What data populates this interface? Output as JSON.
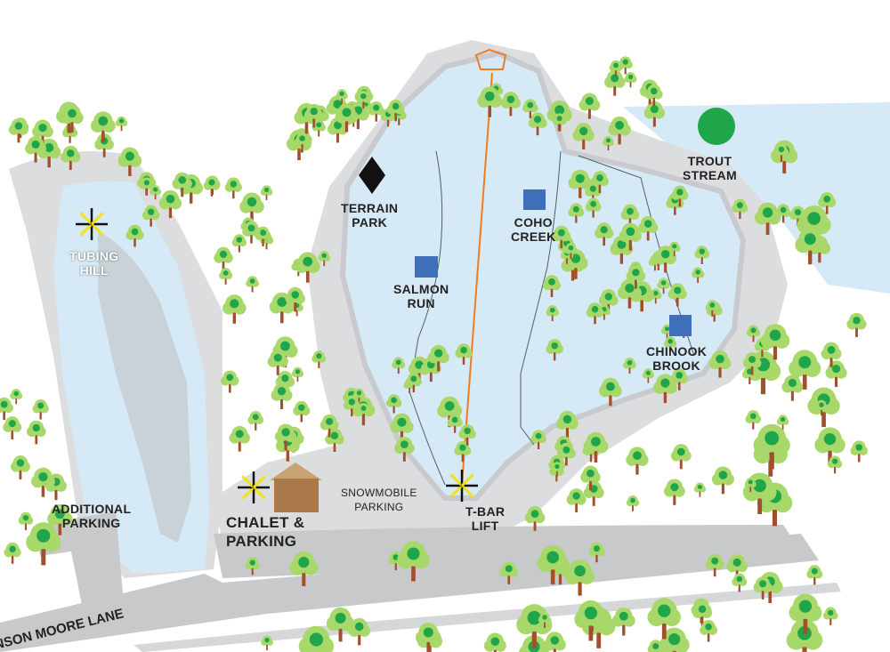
{
  "title": "Ski Area Trail Map",
  "colors": {
    "snow": "#d6e9f6",
    "groomed": "#d8d9db",
    "road": "#c8c9cb",
    "tree_light": "#a9d86a",
    "tree_dark": "#1fa54a",
    "trunk": "#a0502a",
    "lift": "#f07c22",
    "easy": "#3f6fb8",
    "green": "#1fa54a"
  },
  "labels": {
    "tubing_hill": [
      "TUBING",
      "HILL"
    ],
    "terrain_park": [
      "TERRAIN",
      "PARK"
    ],
    "salmon_run": [
      "SALMON",
      "RUN"
    ],
    "coho_creek": [
      "COHO",
      "CREEK"
    ],
    "chinook_brook": [
      "CHINOOK",
      "BROOK"
    ],
    "trout_stream": [
      "TROUT",
      "STREAM"
    ],
    "additional_parking": [
      "ADDITIONAL",
      "PARKING"
    ],
    "chalet_parking": [
      "CHALET &",
      "PARKING"
    ],
    "snowmobile_parking": [
      "SNOWMOBILE",
      "PARKING"
    ],
    "tbar_lift": [
      "T-BAR",
      "LIFT"
    ],
    "road": "NSON MOORE LANE"
  },
  "trails": [
    {
      "name": "Terrain Park",
      "difficulty": "black-diamond"
    },
    {
      "name": "Salmon Run",
      "difficulty": "blue-square"
    },
    {
      "name": "Coho Creek",
      "difficulty": "blue-square"
    },
    {
      "name": "Chinook Brook",
      "difficulty": "blue-square"
    },
    {
      "name": "Trout Stream",
      "difficulty": "green-circle"
    }
  ]
}
